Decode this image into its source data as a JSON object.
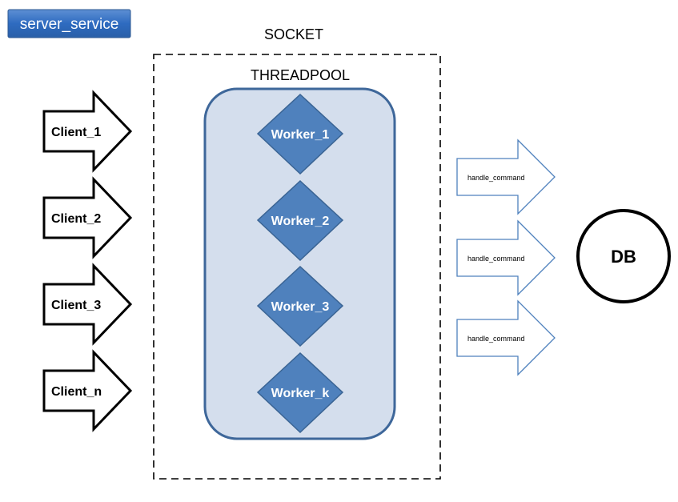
{
  "diagram": {
    "service_label": "server_service",
    "socket_label": "SOCKET",
    "threadpool_label": "THREADPOOL",
    "clients": [
      "Client_1",
      "Client_2",
      "Client_3",
      "Client_n"
    ],
    "workers": [
      "Worker_1",
      "Worker_2",
      "Worker_3",
      "Worker_k"
    ],
    "commands": [
      "handle_command",
      "handle_command",
      "handle_command"
    ],
    "db_label": "DB"
  },
  "colors": {
    "service_fill": "#2e6bc0",
    "threadpool_fill": "#d4deed",
    "threadpool_stroke": "#3e679a",
    "worker_fill": "#4f81bd",
    "worker_stroke": "#3a6494",
    "command_stroke": "#4f81bd"
  }
}
